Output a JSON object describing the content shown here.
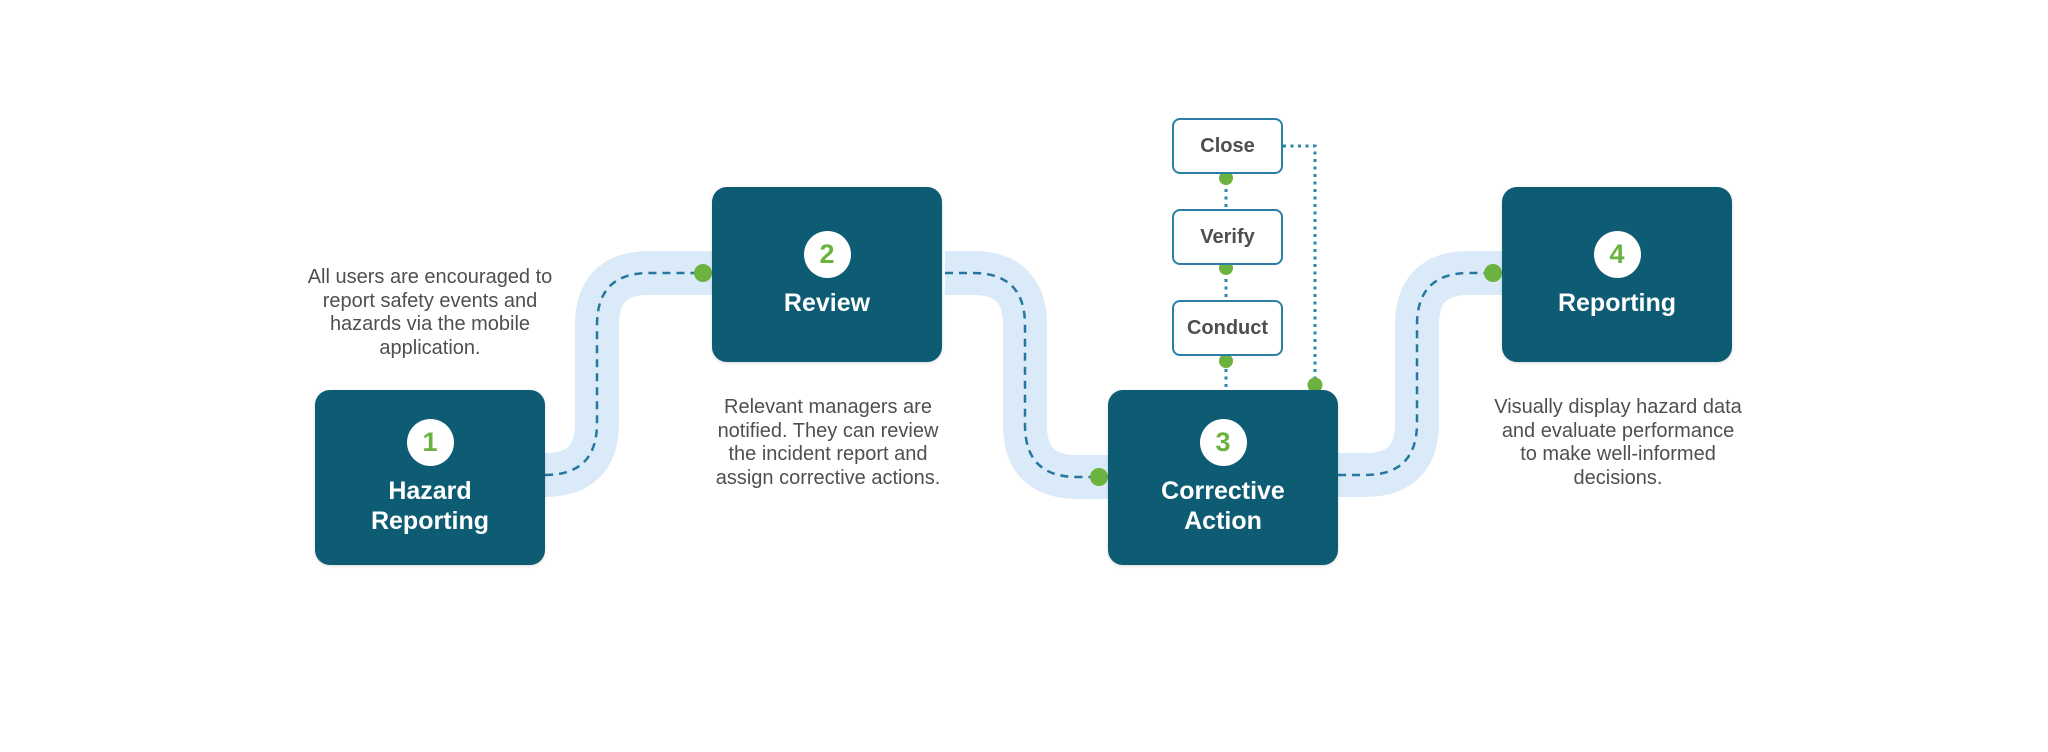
{
  "diagram": {
    "type": "process-flow",
    "colors": {
      "step_box_teal": "#0d5c74",
      "connector_band_blue": "#dbeaf8",
      "accent_green": "#6bb23e",
      "dashed_line_teal": "#26779e",
      "dotted_line_teal": "#2e86ad",
      "substep_border_teal": "#2b7fa5",
      "description_gray": "#4f4f4f",
      "substep_text_gray": "#4e4e4e"
    },
    "steps": [
      {
        "number": "1",
        "title": "Hazard Reporting",
        "description": "All users are encouraged to report safety events and hazards via the mobile application."
      },
      {
        "number": "2",
        "title": "Review",
        "description": "Relevant managers are notified. They can review the incident report and assign corrective actions."
      },
      {
        "number": "3",
        "title": "Corrective Action",
        "description": ""
      },
      {
        "number": "4",
        "title": "Reporting",
        "description": "Visually display hazard data and evaluate performance to make well-informed decisions."
      }
    ],
    "sub_steps": [
      {
        "label": "Close"
      },
      {
        "label": "Verify"
      },
      {
        "label": "Conduct"
      }
    ]
  }
}
